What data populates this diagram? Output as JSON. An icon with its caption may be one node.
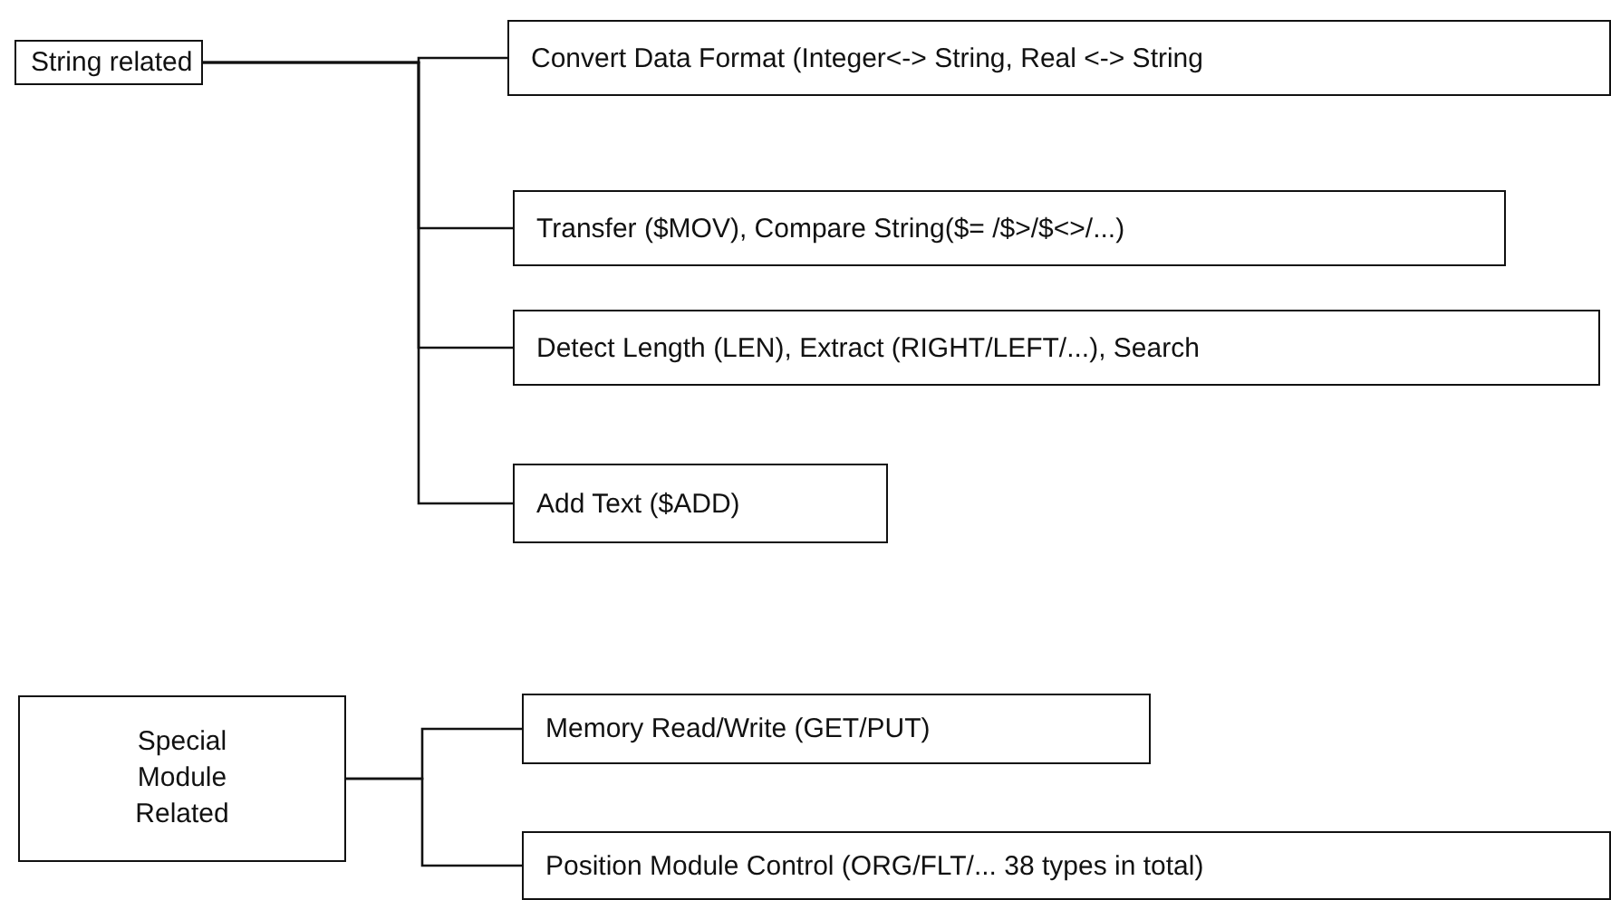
{
  "diagram": {
    "nodes": [
      {
        "text": [
          "String related"
        ]
      },
      {
        "text": [
          "Convert Data Format (Integer<-> String, Real <-> String"
        ]
      },
      {
        "text": [
          "Transfer ($MOV), Compare String($= /$>/$<>/...)"
        ]
      },
      {
        "text": [
          "Detect Length (LEN), Extract (RIGHT/LEFT/...), Search"
        ]
      },
      {
        "text": [
          "Add Text ($ADD)"
        ]
      },
      {
        "text": [
          "Special Module Related"
        ]
      },
      {
        "text": [
          "Memory Read/Write (GET/PUT)"
        ]
      },
      {
        "text": [
          "Position Module Control (ORG/FLT/... 38 types in total)"
        ]
      }
    ],
    "edges": [
      {
        "from": 0,
        "to": 1,
        "arrow": "none"
      },
      {
        "from": 0,
        "to": 2,
        "arrow": "none"
      },
      {
        "from": 0,
        "to": 3,
        "arrow": "none"
      },
      {
        "from": 0,
        "to": 4,
        "arrow": "none"
      },
      {
        "from": 5,
        "to": 6,
        "arrow": "none"
      },
      {
        "from": 5,
        "to": 7,
        "arrow": "none"
      }
    ]
  }
}
